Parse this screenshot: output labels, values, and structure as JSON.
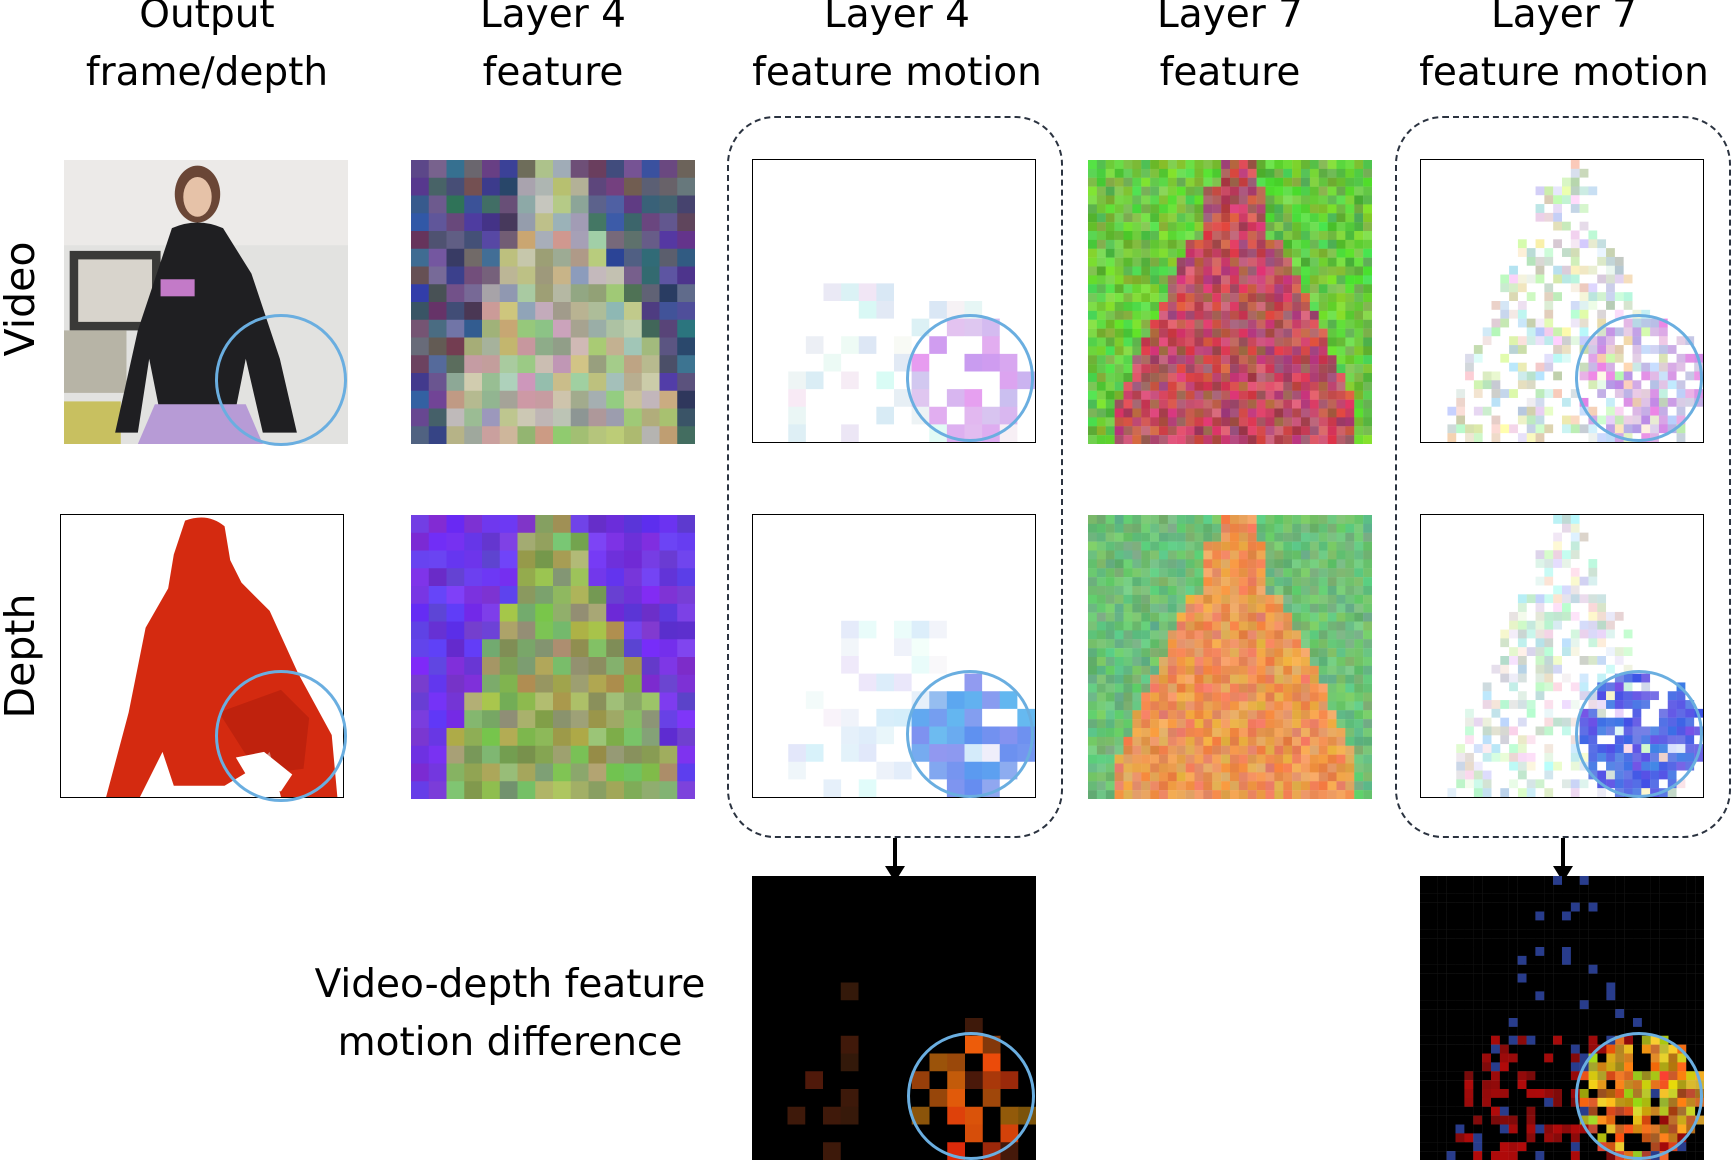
{
  "headers": [
    {
      "line1": "Output",
      "line2": "frame/depth"
    },
    {
      "line1": "Layer 4",
      "line2": "feature"
    },
    {
      "line1": "Layer 4",
      "line2": "feature motion"
    },
    {
      "line1": "Layer 7",
      "line2": "feature"
    },
    {
      "line1": "Layer 7",
      "line2": "feature motion"
    }
  ],
  "rows": {
    "video": "Video",
    "depth": "Depth"
  },
  "difference_label": {
    "line1": "Video-depth feature",
    "line2": "motion difference"
  },
  "colors": {
    "highlight_circle": "#6aaee0",
    "group_border": "#2b3340",
    "video_bg": "#dcdcdc",
    "hoodie": "#1f1f22",
    "skirt": "#b79bd6",
    "depth_figure": "#d42a10",
    "layer7_video_bg": "#6cc43a",
    "layer7_depth_bg": "#6ab474",
    "layer4_depth_bg": "#6a2ad8"
  }
}
